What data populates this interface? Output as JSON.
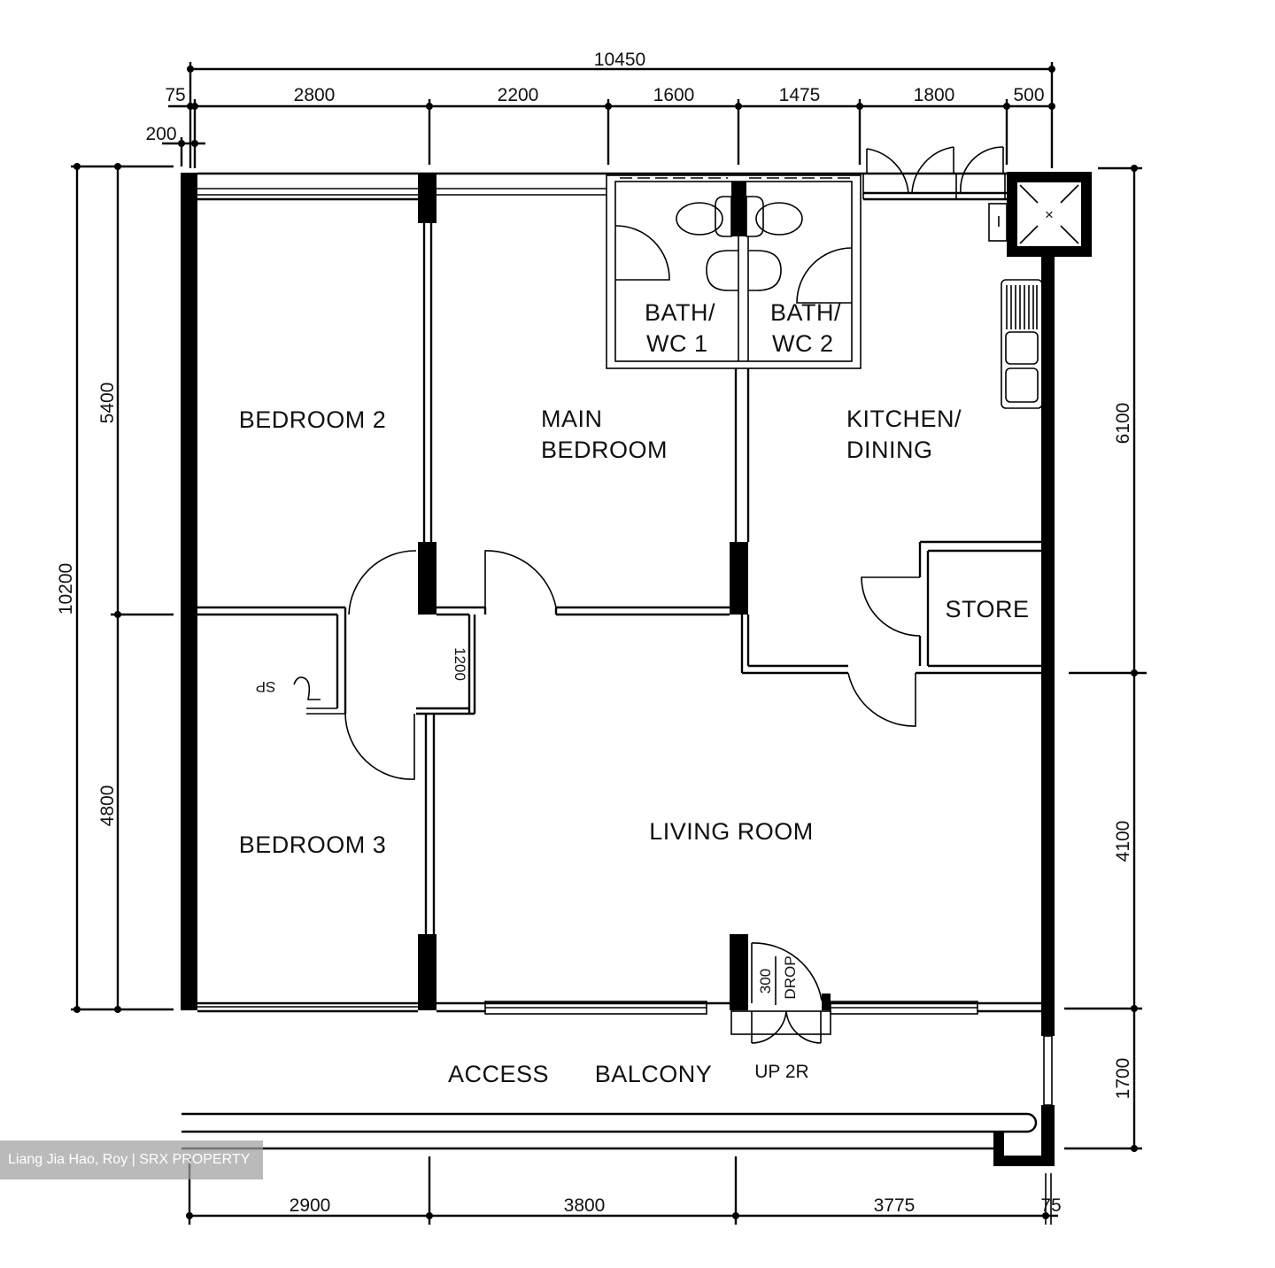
{
  "floor_plan": {
    "rooms": {
      "bedroom_2": "BEDROOM 2",
      "main_bedroom_line1": "MAIN",
      "main_bedroom_line2": "BEDROOM",
      "bath_wc_1_line1": "BATH/",
      "bath_wc_1_line2": "WC 1",
      "bath_wc_2_line1": "BATH/",
      "bath_wc_2_line2": "WC 2",
      "kitchen_line1": "KITCHEN/",
      "kitchen_line2": "DINING",
      "store": "STORE",
      "bedroom_3": "BEDROOM 3",
      "living_room": "LIVING ROOM",
      "access": "ACCESS",
      "balcony": "BALCONY"
    },
    "annotations": {
      "up_2r": "UP 2R",
      "drop_value": "300",
      "drop_label": "DROP",
      "shelf_mark": "SP",
      "opening_mark": "1200"
    },
    "dimensions": {
      "top_overall": "10450",
      "top_segments": [
        "75",
        "2800",
        "2200",
        "1600",
        "1475",
        "1800",
        "500"
      ],
      "top_offset": "200",
      "left_overall": "10200",
      "left_segments": [
        "5400",
        "4800"
      ],
      "right_segments": [
        "6100",
        "4100",
        "1700"
      ],
      "bottom_segments": [
        "2900",
        "3800",
        "3775",
        "75"
      ]
    },
    "units": "mm"
  },
  "watermark": {
    "text": "Liang Jia Hao, Roy | SRX PROPERTY"
  }
}
